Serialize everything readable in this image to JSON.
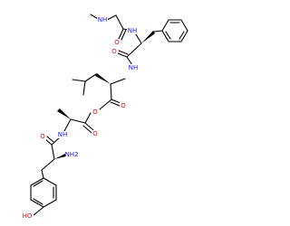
{
  "colors": {
    "nitrogen": "#1a1aff",
    "oxygen": "#e01010",
    "bond": "#000000",
    "background": "#ffffff"
  },
  "atom_labels": {
    "n_methylamine": "NH",
    "o_carbonyl_sarcosine": "O",
    "n_amide_phe": "NH",
    "o_carbonyl_phe": "O",
    "n_amide_leu": "NH",
    "o_carbonyl_leu": "O",
    "o_ester": "O",
    "o_carbonyl_ala": "O",
    "n_amide_ala": "NH",
    "o_carbonyl_tyr": "O",
    "n_amino_tyr": "NH2",
    "o_hydroxyl_tyr": "HO"
  }
}
